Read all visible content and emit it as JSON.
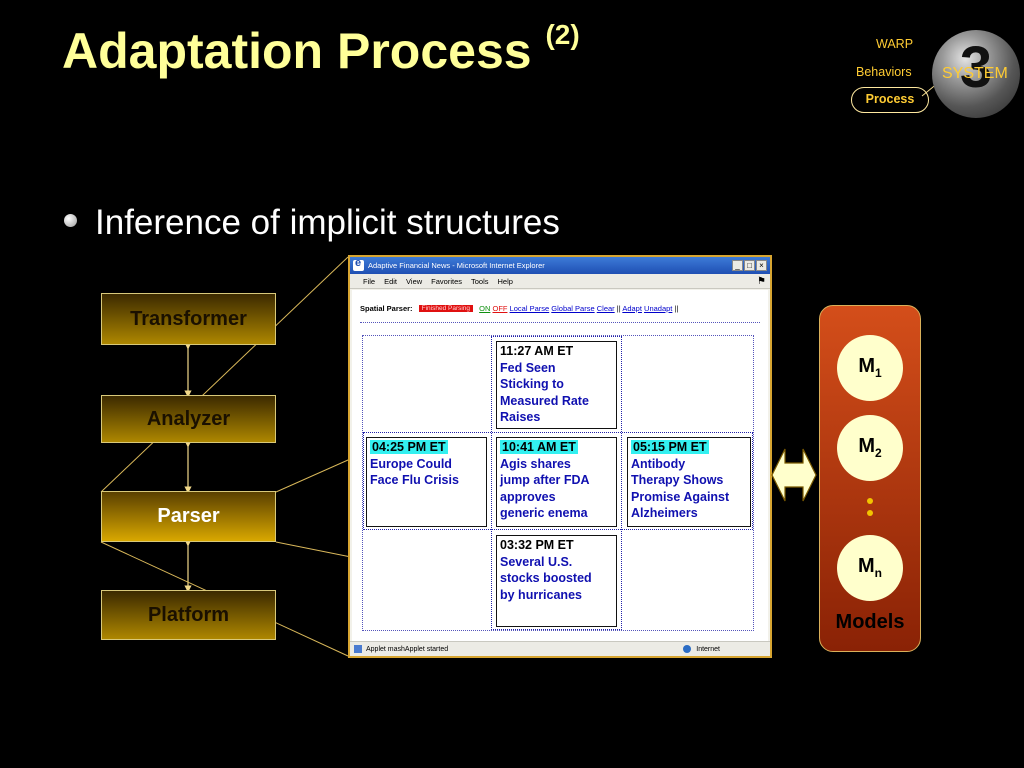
{
  "slide": {
    "title": "Adaptation Process",
    "title_sup": "(2)",
    "bullet": "Inference of implicit structures"
  },
  "nav": {
    "items": [
      "WARP",
      "Behaviors",
      "Process"
    ],
    "active": "Process",
    "badge_number": "3",
    "badge_label": "SYSTEM"
  },
  "layers": [
    "Transformer",
    "Analyzer",
    "Parser",
    "Platform"
  ],
  "browser": {
    "title": "Adaptive Financial News - Microsoft Internet Explorer",
    "menu": [
      "File",
      "Edit",
      "View",
      "Favorites",
      "Tools",
      "Help"
    ],
    "parser_label": "Spatial Parser:",
    "parser_status": "Finished Parsing",
    "controls": {
      "on": "ON",
      "off": "OFF",
      "local": "Local Parse",
      "global": "Global Parse",
      "clear": "Clear",
      "adapt": "Adapt",
      "unadapt": "Unadapt"
    },
    "news": [
      {
        "time": "11:27 AM ET",
        "headline": [
          "Fed Seen",
          "Sticking to",
          "Measured Rate",
          "Raises"
        ],
        "highlight": false
      },
      {
        "time": "04:25 PM ET",
        "headline": [
          "Europe Could",
          "Face Flu Crisis"
        ],
        "highlight": true
      },
      {
        "time": "10:41 AM ET",
        "headline": [
          "Agis shares",
          "jump after FDA",
          "approves",
          "generic enema"
        ],
        "highlight": true
      },
      {
        "time": "05:15 PM ET",
        "headline": [
          "Antibody",
          "Therapy Shows",
          "Promise Against",
          "Alzheimers"
        ],
        "highlight": true
      },
      {
        "time": "03:32 PM ET",
        "headline": [
          "Several U.S.",
          "stocks boosted",
          "by hurricanes"
        ],
        "highlight": false
      }
    ],
    "status_text": "Applet mashApplet started",
    "zone": "Internet"
  },
  "models": {
    "label": "Models",
    "items": [
      {
        "base": "M",
        "sub": "1"
      },
      {
        "base": "M",
        "sub": "2"
      },
      {
        "base": "M",
        "sub": "n"
      }
    ]
  },
  "colors": {
    "title": "#ffff99",
    "nav": "#ffcc33",
    "layer_gold": "#ae8700",
    "models_bg": "#d44e1a",
    "model_circle": "#ffffcc",
    "arrow": "#ffffcc"
  }
}
